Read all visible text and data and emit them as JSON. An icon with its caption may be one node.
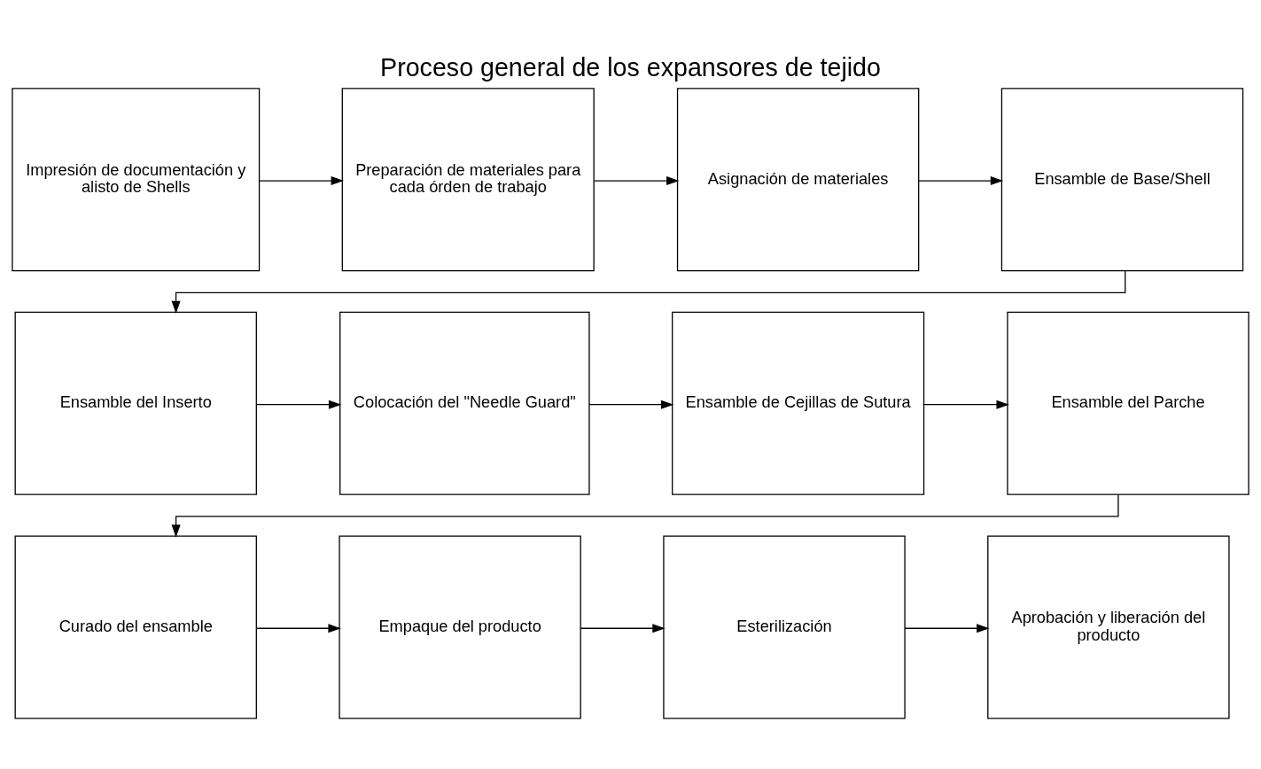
{
  "diagram": {
    "title": "Proceso general de los expansores de tejido",
    "nodes": [
      {
        "text": [
          "Impresión de documentación y alisto de Shells"
        ]
      },
      {
        "text": [
          "Preparación de materiales para cada órden de trabajo"
        ]
      },
      {
        "text": [
          "Asignación de materiales"
        ]
      },
      {
        "text": [
          "Ensamble de Base/Shell"
        ]
      },
      {
        "text": [
          "Ensamble del Inserto"
        ]
      },
      {
        "text": [
          "Colocación del \"Needle Guard\""
        ]
      },
      {
        "text": [
          "Ensamble de Cejillas de Sutura"
        ]
      },
      {
        "text": [
          "Ensamble del Parche"
        ]
      },
      {
        "text": [
          "Curado del ensamble"
        ]
      },
      {
        "text": [
          "Empaque del producto"
        ]
      },
      {
        "text": [
          "Esterilización"
        ]
      },
      {
        "text": [
          "Aprobación y liberación del producto"
        ]
      }
    ],
    "edges": [
      {
        "from": 0,
        "to": 1,
        "arrow": "to"
      },
      {
        "from": 1,
        "to": 2,
        "arrow": "to"
      },
      {
        "from": 2,
        "to": 3,
        "arrow": "to"
      },
      {
        "from": 3,
        "to": 4,
        "arrow": "to"
      },
      {
        "from": 4,
        "to": 5,
        "arrow": "to"
      },
      {
        "from": 5,
        "to": 6,
        "arrow": "to"
      },
      {
        "from": 6,
        "to": 7,
        "arrow": "to"
      },
      {
        "from": 7,
        "to": 8,
        "arrow": "to"
      },
      {
        "from": 8,
        "to": 9,
        "arrow": "to"
      },
      {
        "from": 9,
        "to": 10,
        "arrow": "to"
      },
      {
        "from": 10,
        "to": 11,
        "arrow": "to"
      }
    ]
  }
}
